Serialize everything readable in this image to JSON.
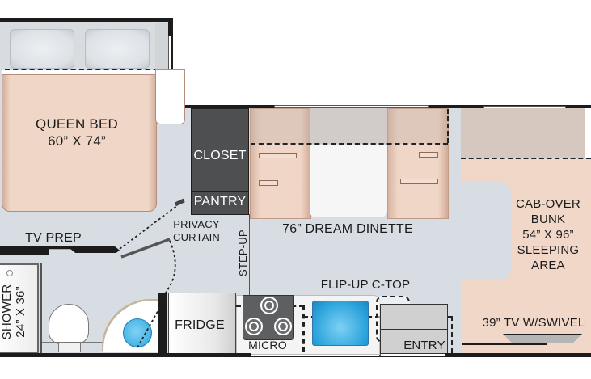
{
  "floorplan": {
    "rooms": {
      "queen_bed": {
        "line1": "QUEEN BED",
        "line2": "60” X 74”"
      },
      "closet": "CLOSET",
      "pantry": "PANTRY",
      "dinette": "76” DREAM DINETTE",
      "cab_over_bunk": {
        "line1": "CAB-OVER",
        "line2": "BUNK",
        "line3": "54” X 96”",
        "line4": "SLEEPING",
        "line5": "AREA"
      },
      "tv_prep": "TV PREP",
      "privacy_curtain": {
        "line1": "PRIVACY",
        "line2": "CURTAIN"
      },
      "step_up": "STEP-UP",
      "shower": {
        "line1": "SHOWER",
        "line2": "24” X 36”"
      },
      "fridge": "FRIDGE",
      "micro": "MICRO",
      "flip_up_ctop": "FLIP-UP C-TOP",
      "entry": "ENTRY",
      "tv_swivel": "39” TV W/SWIVEL"
    },
    "colors": {
      "floor": "#d8dde4",
      "wall": "#1c1c1c",
      "bed": "#f0d6c6",
      "cabinet_dark": "#4d4f51",
      "sink_blue": "#3fb3e6"
    }
  }
}
